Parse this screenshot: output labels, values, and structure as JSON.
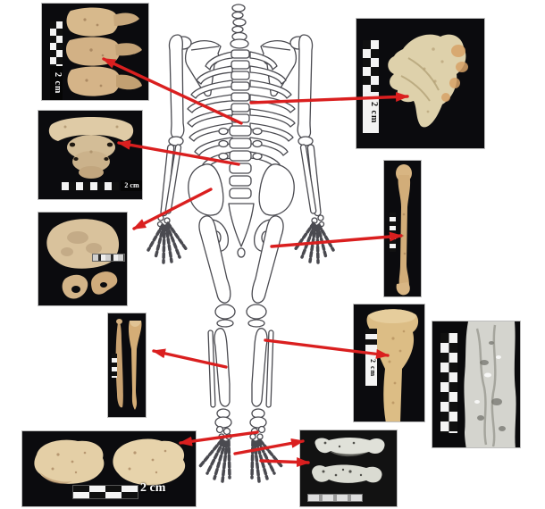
{
  "figure": {
    "type": "skeletal-inventory-figure",
    "center": "posterior-view-skeleton-diagram"
  },
  "scale_labels": {
    "vertebrae": "2 cm",
    "sacrum": "2 cm",
    "calcanei": "2 cm",
    "scapula": "2 cm",
    "tibia": "2 cm"
  },
  "arrows": [
    {
      "from": "thoracic-spine",
      "to": "vertebrae-photo"
    },
    {
      "from": "upper-thoracic-spine",
      "to": "scapula-photo"
    },
    {
      "from": "lumbar-spine",
      "to": "sacrum-photo"
    },
    {
      "from": "left-ilium",
      "to": "ilium-photo"
    },
    {
      "from": "right-femur",
      "to": "long-bone-photo"
    },
    {
      "from": "right-proximal-tibia",
      "to": "proximal-tibia-photo"
    },
    {
      "from": "left-tibia",
      "to": "leg-long-bones-photo"
    },
    {
      "from": "left-ankle",
      "to": "calcanei-photo"
    },
    {
      "from": "foot-tarsals",
      "to": "metatarsals-photo"
    },
    {
      "from": "right-toes",
      "to": "metatarsals-photo"
    }
  ],
  "colors": {
    "arrow": "#da1f1f",
    "photo_background": "#0b0b0e",
    "bone_tan": "#d8bd92",
    "skeleton_outline": "#4a4a50"
  }
}
